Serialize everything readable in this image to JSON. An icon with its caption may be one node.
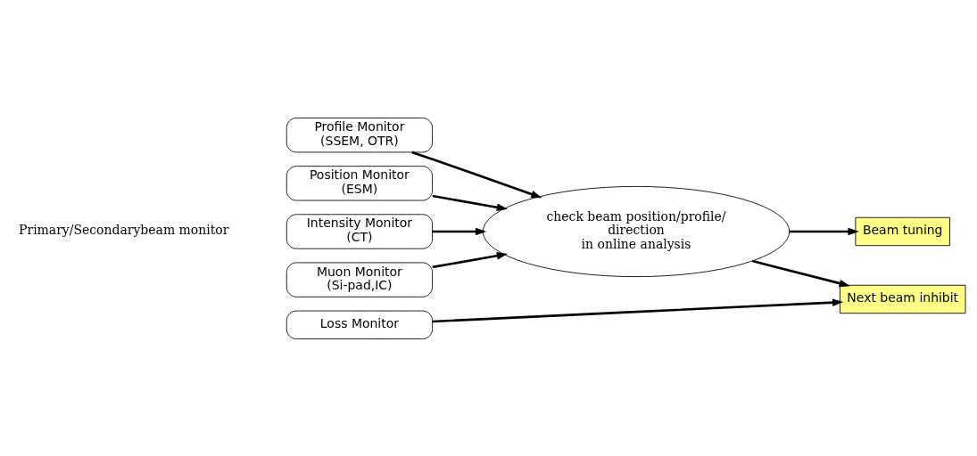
{
  "diagram": {
    "nodes": [
      {
        "text": [
          "Profile Monitor",
          "(SSEM, OTR)"
        ]
      },
      {
        "text": [
          "Position Monitor",
          "(ESM)"
        ]
      },
      {
        "text": [
          "Intensity Monitor",
          "(CT)"
        ]
      },
      {
        "text": [
          "Muon Monitor",
          "(Si-pad,IC)"
        ]
      },
      {
        "text": [
          "Loss Monitor"
        ]
      },
      {
        "text": [
          "check beam position/profile/ direction in online analysis"
        ]
      },
      {
        "text": [
          "Beam tuning"
        ]
      },
      {
        "text": [
          "Next beam inhibit"
        ]
      }
    ],
    "edges": [
      {
        "from": 0,
        "to": 5,
        "arrow": "to"
      },
      {
        "from": 1,
        "to": 5,
        "arrow": "to"
      },
      {
        "from": 2,
        "to": 5,
        "arrow": "to"
      },
      {
        "from": 3,
        "to": 5,
        "arrow": "to"
      },
      {
        "from": 5,
        "to": 6,
        "arrow": "to"
      },
      {
        "from": 5,
        "to": 7,
        "arrow": "to"
      },
      {
        "from": 4,
        "to": 7,
        "arrow": "to"
      }
    ],
    "labels": [
      "Primary/Secondarybeam monitor"
    ]
  }
}
